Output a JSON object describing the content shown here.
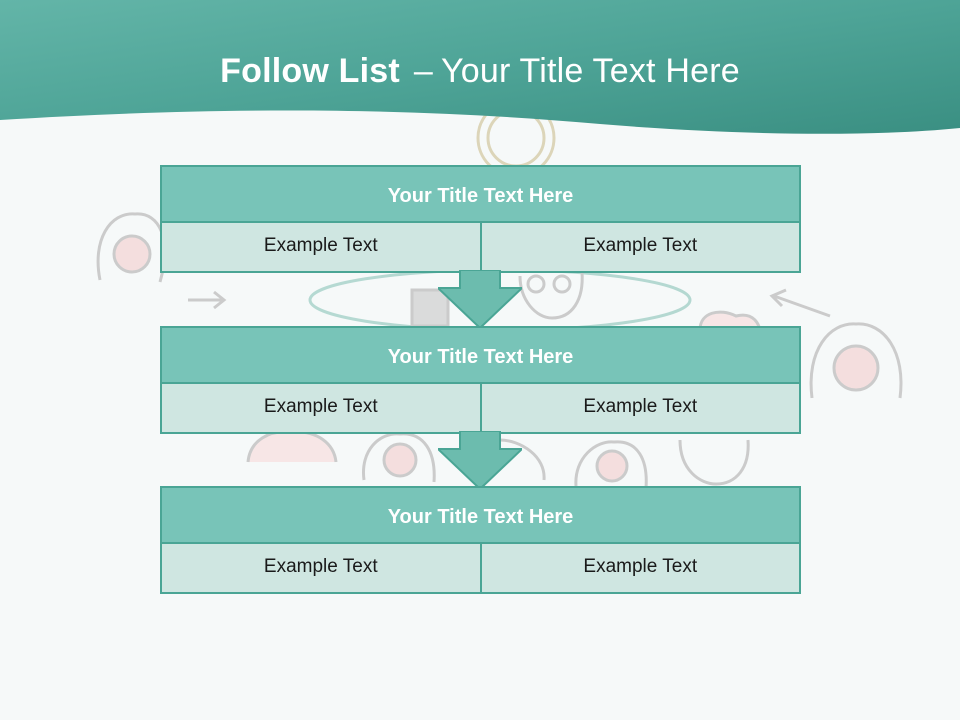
{
  "slide": {
    "title_bold": "Follow List",
    "title_separator": "–",
    "title_rest": "Your Title Text Here"
  },
  "blocks": [
    {
      "title": "Your Title Text Here",
      "cells": [
        "Example Text",
        "Example Text"
      ]
    },
    {
      "title": "Your Title Text Here",
      "cells": [
        "Example Text",
        "Example Text"
      ]
    },
    {
      "title": "Your Title Text Here",
      "cells": [
        "Example Text",
        "Example Text"
      ]
    }
  ],
  "colors": {
    "header_teal": "#4fa99a",
    "title_fill": "#78c4b8",
    "cell_fill": "#cfe6e1",
    "border": "#4aa595",
    "arrow_fill": "#6cbcae"
  }
}
